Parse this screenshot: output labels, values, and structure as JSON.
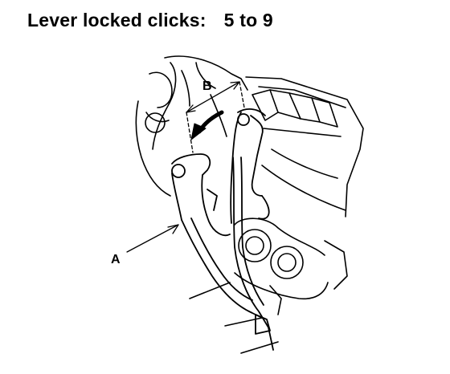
{
  "header": {
    "label": "Lever locked clicks:",
    "value": "5 to 9"
  },
  "callouts": {
    "a": "A",
    "b": "B"
  }
}
